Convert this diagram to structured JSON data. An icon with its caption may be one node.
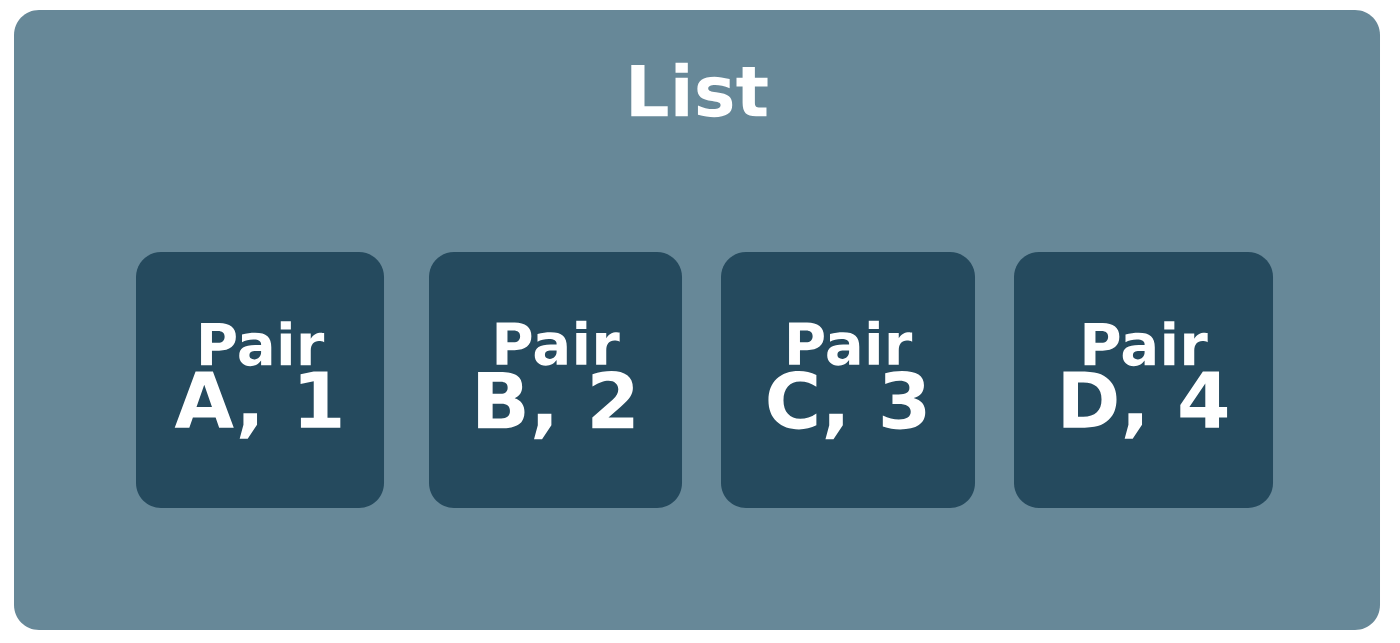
{
  "diagram": {
    "nodes": [
      {
        "text": [
          "List"
        ]
      },
      {
        "text": [
          "Pair",
          "A, 1"
        ],
        "in": 0
      },
      {
        "text": [
          "Pair",
          "B, 2"
        ],
        "in": 0
      },
      {
        "text": [
          "Pair",
          "C, 3"
        ],
        "in": 0
      },
      {
        "text": [
          "Pair",
          "D, 4"
        ],
        "in": 0
      }
    ]
  }
}
